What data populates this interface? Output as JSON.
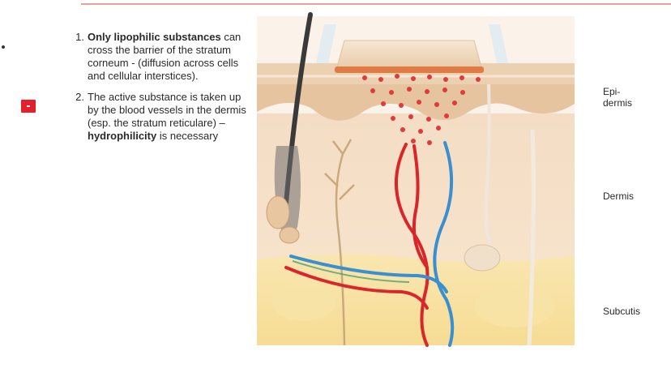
{
  "steps": [
    {
      "number": "1.",
      "bold_text": "Only lipophilic substances",
      "text": " can cross the barrier of the stratum corneum - (diffusion across cells and cellular interstices)."
    },
    {
      "number": "2.",
      "text_before": "The active substance is taken up by the blood vessels in the dermis (esp. the stratum reticulare) – ",
      "bold_text": "hydrophilicity",
      "text_after": " is necessary"
    }
  ],
  "layers": {
    "epidermis": "Epi-\ndermis",
    "dermis": "Dermis",
    "subcutis": "Subcutis"
  },
  "colors": {
    "badge": "#e6202a",
    "artery": "#d9262a",
    "vein": "#3a8fd0",
    "skin_surface": "#e9c9a8",
    "subcutis": "#f6dc94"
  },
  "icons": {
    "badge": "red-square-icon",
    "hair": "hair-follicle-icon",
    "patch": "transdermal-patch-icon"
  }
}
